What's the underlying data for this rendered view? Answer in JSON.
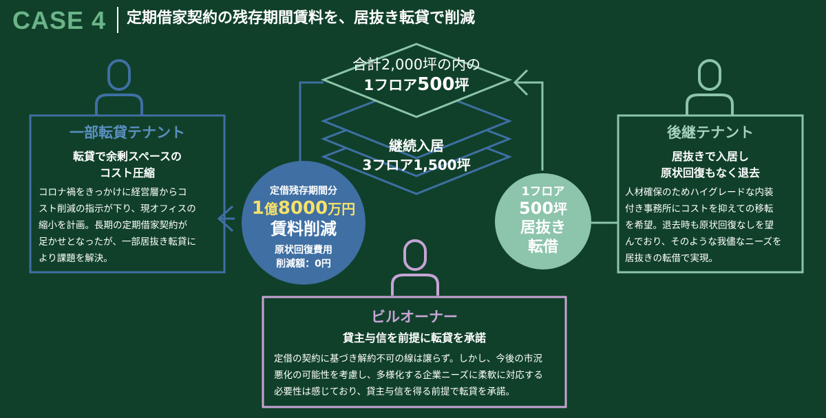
{
  "header": {
    "case_label": "CASE 4",
    "title": "定期借家契約の残存期間賃料を、居抜き転貸で削減"
  },
  "center_stack": {
    "top_line1": "合計2,000坪の内の",
    "top_line2_prefix": "1フロア",
    "top_line2_value": "500",
    "top_line2_suffix": "坪",
    "mid_line1": "継続入居",
    "mid_line2": "3フロア1,500坪"
  },
  "left_party": {
    "title": "一部転貸テナント",
    "subtitle_line1": "転貸で余剰スペースの",
    "subtitle_line2": "コスト圧縮",
    "body_lines": [
      "コロナ禍をきっかけに経営層からコ",
      "スト削減の指示が下り、現オフィスの",
      "縮小を計画。長期の定期借家契約が",
      "足かせとなったが、一部居抜き転貸に",
      "より課題を解決。"
    ]
  },
  "right_party": {
    "title": "後継テナント",
    "subtitle_line1": "居抜きで入居し",
    "subtitle_line2": "原状回復もなく退去",
    "body_lines": [
      "人材確保のためハイグレードな内装",
      "付き事務所にコストを抑えての移転",
      "を希望。退去時も原状回復なしを望",
      "んでおり、そのような我儘なニーズを",
      "居抜きの転借で実現。"
    ]
  },
  "bottom_party": {
    "title": "ビルオーナー",
    "subtitle": "貸主与信を前提に転貸を承諾",
    "body_lines": [
      "定借の契約に基づき解約不可の線は譲らず。しかし、今後の市況",
      "悪化の可能性を考慮し、多様化する企業ニーズに柔軟に対応する",
      "必要性は感じており、貸主与信を得る前提で転貸を承諾。"
    ]
  },
  "blue_circle": {
    "line1": "定借残存期間分",
    "amount_1": "1",
    "amount_oku": "億",
    "amount_2": "8000",
    "amount_unit": "万円",
    "line3": "賃料削減",
    "line4": "原状回復費用",
    "line5": "削減額：0円"
  },
  "green_circle": {
    "line1": "1フロア",
    "line2_value": "500",
    "line2_unit": "坪",
    "line3": "居抜き",
    "line4": "転借"
  },
  "icons": {
    "left_person": "person-icon",
    "right_person": "person-icon",
    "bottom_person": "person-icon"
  },
  "colors": {
    "background": "#10402a",
    "blue": "#3f6fa3",
    "light_green": "#8cc4ac",
    "purple": "#c7a4d6",
    "accent_yellow": "#f6e16a",
    "case_green": "#6bb489"
  }
}
